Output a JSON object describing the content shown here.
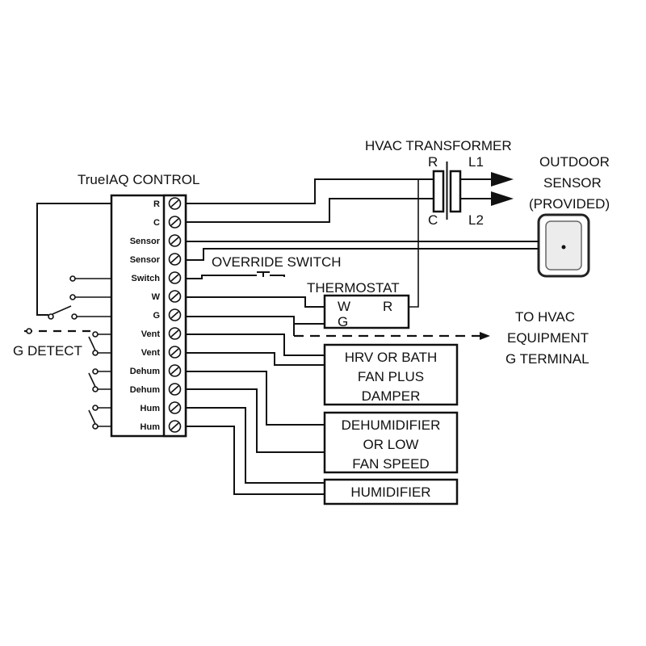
{
  "control": {
    "title": "TrueIAQ CONTROL",
    "terminals": [
      "R",
      "C",
      "Sensor",
      "Sensor",
      "Switch",
      "W",
      "G",
      "Vent",
      "Vent",
      "Dehum",
      "Dehum",
      "Hum",
      "Hum"
    ]
  },
  "transformer": {
    "title": "HVAC TRANSFORMER",
    "r": "R",
    "c": "C",
    "l1": "L1",
    "l2": "L2"
  },
  "sensor": {
    "line1": "OUTDOOR",
    "line2": "SENSOR",
    "line3": "(PROVIDED)"
  },
  "override_switch": "OVERRIDE SWITCH",
  "thermostat": {
    "title": "THERMOSTAT",
    "w": "W",
    "r": "R",
    "g": "G"
  },
  "hvac_equipment": {
    "line1": "TO HVAC",
    "line2": "EQUIPMENT",
    "line3": "G TERMINAL"
  },
  "g_detect": "G DETECT",
  "hrv_box": {
    "line1": "HRV OR BATH",
    "line2": "FAN PLUS",
    "line3": "DAMPER"
  },
  "dehum_box": {
    "line1": "DEHUMIDIFIER",
    "line2": "OR LOW",
    "line3": "FAN SPEED"
  },
  "hum_box": {
    "line1": "HUMIDIFIER"
  }
}
